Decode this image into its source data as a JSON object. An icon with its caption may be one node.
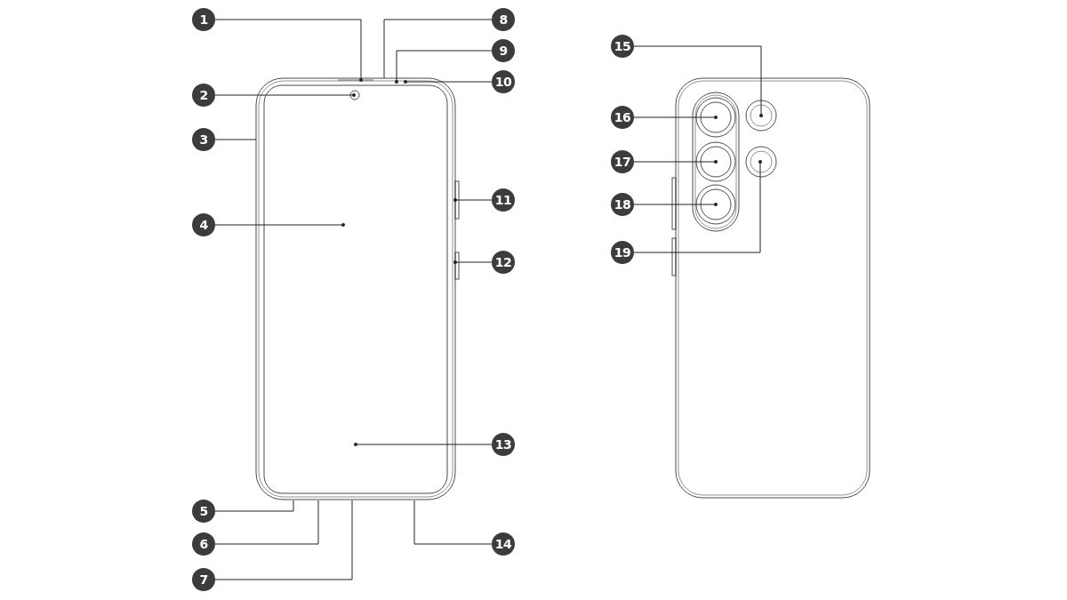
{
  "diagram": {
    "nodes": [
      {
        "text": [
          "1"
        ]
      },
      {
        "text": [
          "2"
        ]
      },
      {
        "text": [
          "3"
        ]
      },
      {
        "text": [
          "4"
        ]
      },
      {
        "text": [
          "5"
        ]
      },
      {
        "text": [
          "6"
        ]
      },
      {
        "text": [
          "7"
        ]
      },
      {
        "text": [
          "8"
        ]
      },
      {
        "text": [
          "9"
        ]
      },
      {
        "text": [
          "10"
        ]
      },
      {
        "text": [
          "11"
        ]
      },
      {
        "text": [
          "12"
        ]
      },
      {
        "text": [
          "13"
        ]
      },
      {
        "text": [
          "14"
        ]
      },
      {
        "text": [
          "15"
        ]
      },
      {
        "text": [
          "16"
        ]
      },
      {
        "text": [
          "17"
        ]
      },
      {
        "text": [
          "18"
        ]
      },
      {
        "text": [
          "19"
        ]
      },
      {
        "text": [],
        "shape": "picture"
      },
      {
        "text": [],
        "shape": "picture"
      }
    ],
    "edges": [
      {
        "from": 0,
        "to": 19,
        "arrow": "other"
      },
      {
        "from": 1,
        "to": 19,
        "arrow": "other"
      },
      {
        "from": 2,
        "to": 19,
        "arrow": "none"
      },
      {
        "from": 3,
        "to": 19,
        "arrow": "other"
      },
      {
        "from": 4,
        "to": 19,
        "arrow": "none"
      },
      {
        "from": 5,
        "to": 19,
        "arrow": "none"
      },
      {
        "from": 6,
        "to": 19,
        "arrow": "none"
      },
      {
        "from": 7,
        "to": 19,
        "arrow": "none"
      },
      {
        "from": 8,
        "to": 19,
        "arrow": "other"
      },
      {
        "from": 9,
        "to": 19,
        "arrow": "other"
      },
      {
        "from": 10,
        "to": 19,
        "arrow": "other"
      },
      {
        "from": 11,
        "to": 19,
        "arrow": "other"
      },
      {
        "from": 12,
        "to": 19,
        "arrow": "other"
      },
      {
        "from": 13,
        "to": 19,
        "arrow": "none"
      },
      {
        "from": 14,
        "to": 20,
        "arrow": "other"
      },
      {
        "from": 15,
        "to": 20,
        "arrow": "other"
      },
      {
        "from": 16,
        "to": 20,
        "arrow": "other"
      },
      {
        "from": 17,
        "to": 20,
        "arrow": "other"
      },
      {
        "from": 18,
        "to": 20,
        "arrow": "other"
      }
    ]
  }
}
